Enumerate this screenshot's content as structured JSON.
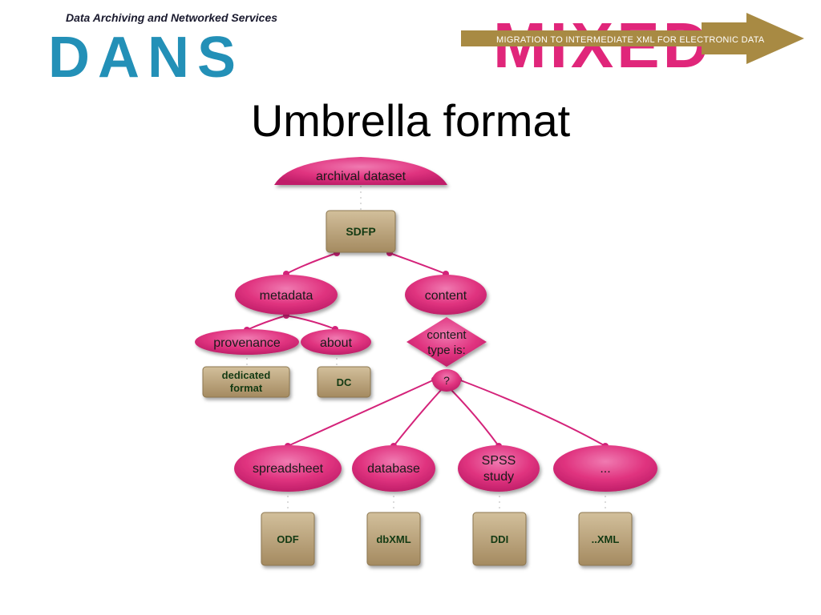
{
  "header": {
    "dans_tagline": "Data Archiving and Networked Services",
    "dans_logo_text": "DANS",
    "mixed_logo_text": "MIXED",
    "mixed_banner": "MIGRATION TO INTERMEDIATE XML FOR ELECTRONIC DATA"
  },
  "title": "Umbrella format",
  "diagram": {
    "root": "archival dataset",
    "sdfp": "SDFP",
    "metadata": "metadata",
    "content": "content",
    "provenance": "provenance",
    "about": "about",
    "content_type_line1": "content",
    "content_type_line2": "type is:",
    "question": "?",
    "dedicated_line1": "dedicated",
    "dedicated_line2": "format",
    "dc": "DC",
    "spreadsheet": "spreadsheet",
    "database": "database",
    "spss_line1": "SPSS",
    "spss_line2": "study",
    "ellipsis": "...",
    "odf": "ODF",
    "dbxml": "dbXML",
    "ddi": "DDI",
    "xml": "..XML"
  },
  "colors": {
    "node_pink": "#e0337f",
    "box_tan": "#b09a74",
    "line_pink": "#d4237a",
    "dans_blue": "#2390b7",
    "mixed_pink": "#e0267a",
    "mixed_gold": "#a88a43"
  }
}
